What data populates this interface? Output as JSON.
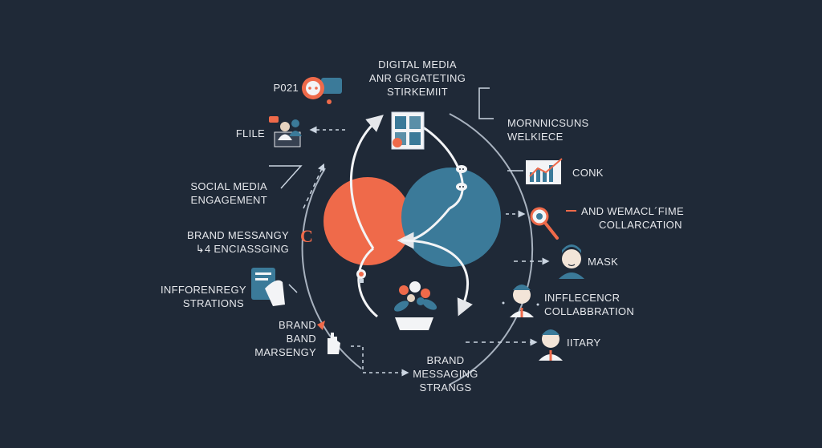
{
  "colors": {
    "background": "#1f2937",
    "orange": "#ef6a4a",
    "blue": "#3b7a99",
    "line": "#e5e7eb",
    "muted": "#9ca3af"
  },
  "center_title": [
    "DIGITAL MEDIA",
    "ANR GRGATETING",
    "STIRKEMIIT"
  ],
  "left_labels": {
    "p021": "P021",
    "file": "FLILE",
    "social": [
      "SOCIAL MEDIA",
      "ENGAGEMENT"
    ],
    "brand_messangy": [
      "BRAND MESSANGY",
      "↳4 ENCIASSGING"
    ],
    "inflorenregy": [
      "INFFORENREGY",
      "STRATIONS"
    ],
    "brand_band": [
      "BRAND",
      "BAND",
      "MARSENGY"
    ]
  },
  "right_labels": {
    "mornnicsuns": [
      "MORNNICSUNS",
      "WELKIECE"
    ],
    "conk": "CONK",
    "wemacl": [
      "AND WEMACL´FIME",
      "COLLARCATION"
    ],
    "mask": "MASK",
    "inflecencr": [
      "INFFLECENCR",
      "COLLABBRATION"
    ],
    "itary": "IITARY"
  },
  "bottom_label": [
    "BRAND",
    "MESSAGING",
    "STRANGS"
  ],
  "glyph_c": "C",
  "icons": [
    "chat-bubble-icon",
    "people-meeting-icon",
    "photo-grid-icon",
    "chat-dots-icon",
    "analytics-chart-icon",
    "magnifier-icon",
    "person-avatar-icon",
    "hand-card-icon",
    "lightbulb-icon",
    "flower-pot-icon",
    "raised-hand-icon"
  ]
}
